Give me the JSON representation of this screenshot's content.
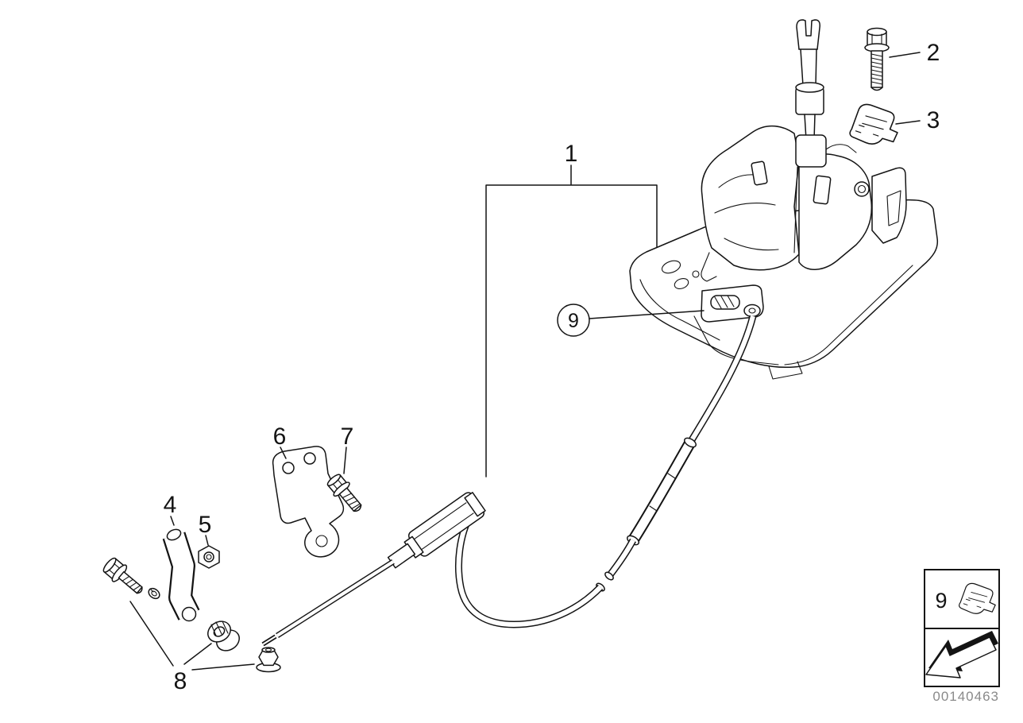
{
  "diagram": {
    "background_color": "#ffffff",
    "line_color": "#141414",
    "callouts": {
      "c1": "1",
      "c2": "2",
      "c3": "3",
      "c4": "4",
      "c5": "5",
      "c6": "6",
      "c7": "7",
      "c8": "8",
      "c9": "9"
    },
    "inset": {
      "label": "9",
      "arrow_icon": "arrow-lower-left"
    },
    "part_number": "00140463",
    "part_number_color": "#8a8a8a"
  }
}
